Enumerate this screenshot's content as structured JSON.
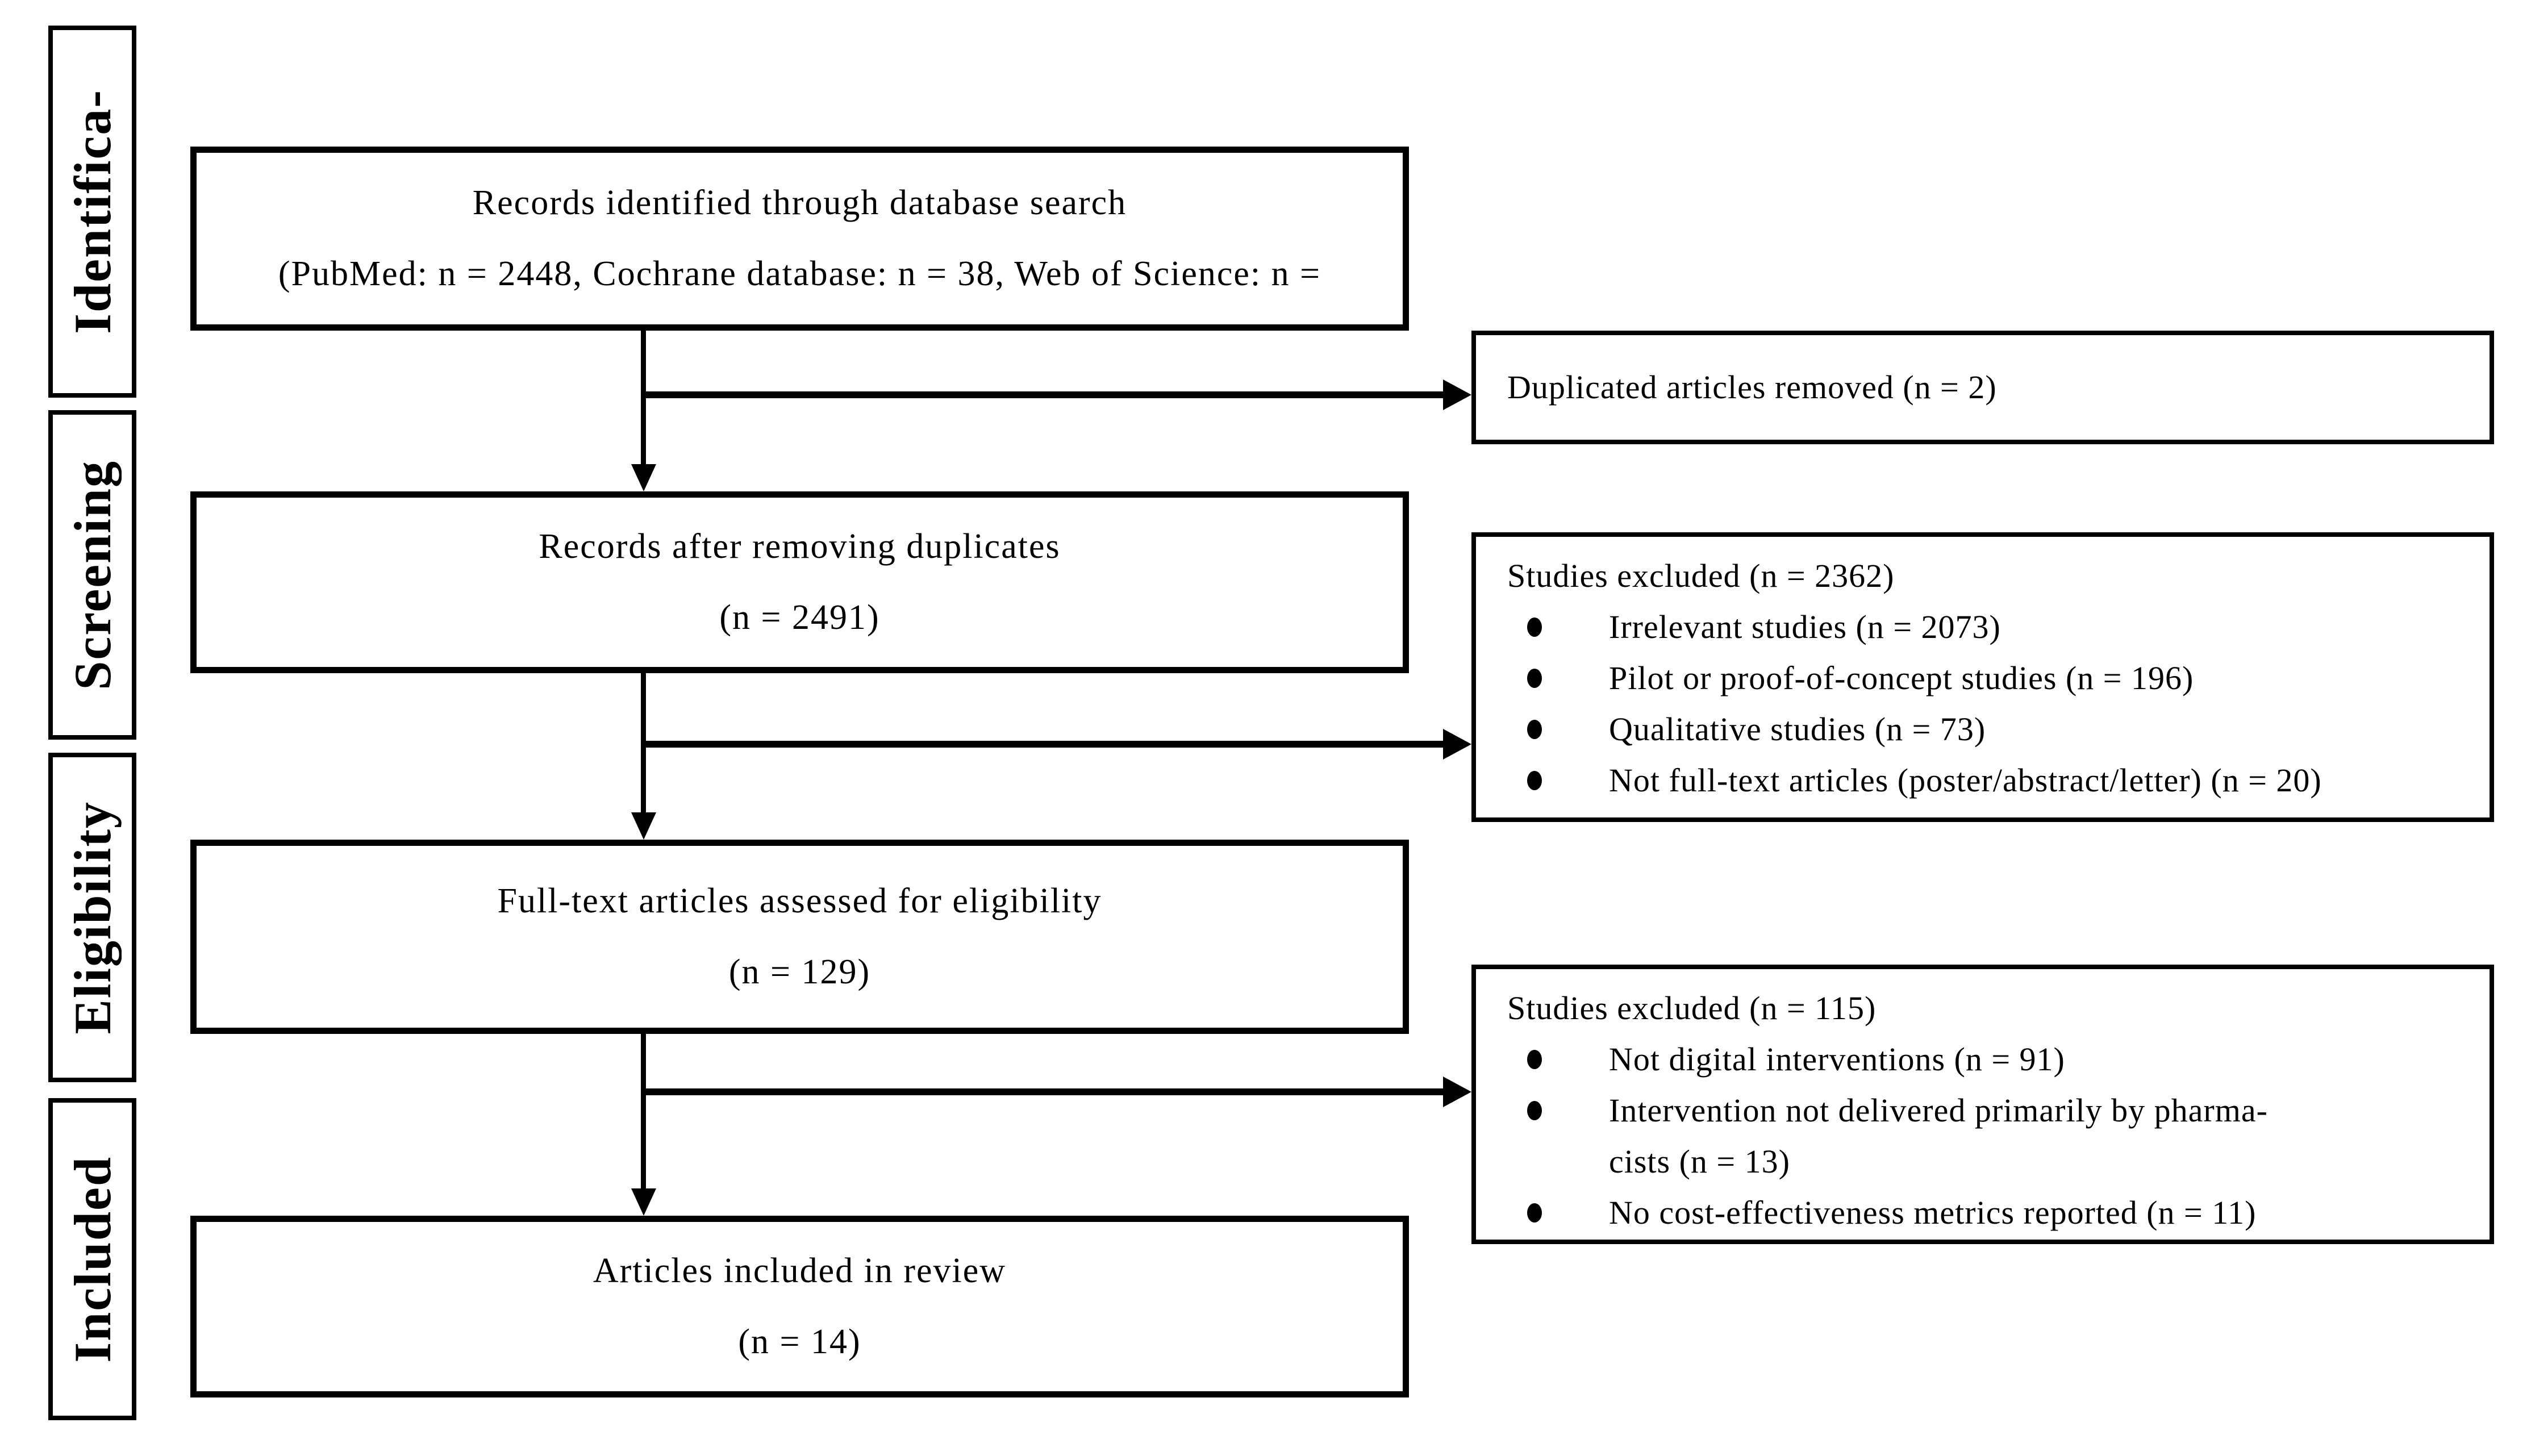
{
  "sidebar": {
    "stages": [
      {
        "label": "Identifica-"
      },
      {
        "label": "Screening"
      },
      {
        "label": "Eligibility"
      },
      {
        "label": "Included"
      }
    ]
  },
  "flow": {
    "boxes": [
      {
        "line1": "Records identified through database search",
        "line2": "(PubMed: n = 2448, Cochrane database: n = 38, Web of Science: n ="
      },
      {
        "line1": "Records after removing duplicates",
        "line2": "(n = 2491)"
      },
      {
        "line1": "Full-text articles assessed for eligibility",
        "line2": "(n = 129)"
      },
      {
        "line1": "Articles included in review",
        "line2": "(n = 14)"
      }
    ]
  },
  "side": {
    "boxes": [
      {
        "title": "Duplicated articles removed (n = 2)",
        "bullets": []
      },
      {
        "title": "Studies excluded (n = 2362)",
        "bullets": [
          "Irrelevant studies (n = 2073)",
          "Pilot or proof-of-concept studies (n = 196)",
          "Qualitative studies (n = 73)",
          "Not full-text articles (poster/abstract/letter) (n = 20)"
        ]
      },
      {
        "title": "Studies excluded (n = 115)",
        "bullets": [
          "Not digital interventions (n = 91)",
          "Intervention not delivered primarily by pharma-\ncists (n = 13)",
          "No cost-effectiveness metrics reported (n = 11)"
        ]
      }
    ]
  },
  "colors": {
    "ink": "#000000",
    "background": "#ffffff"
  }
}
